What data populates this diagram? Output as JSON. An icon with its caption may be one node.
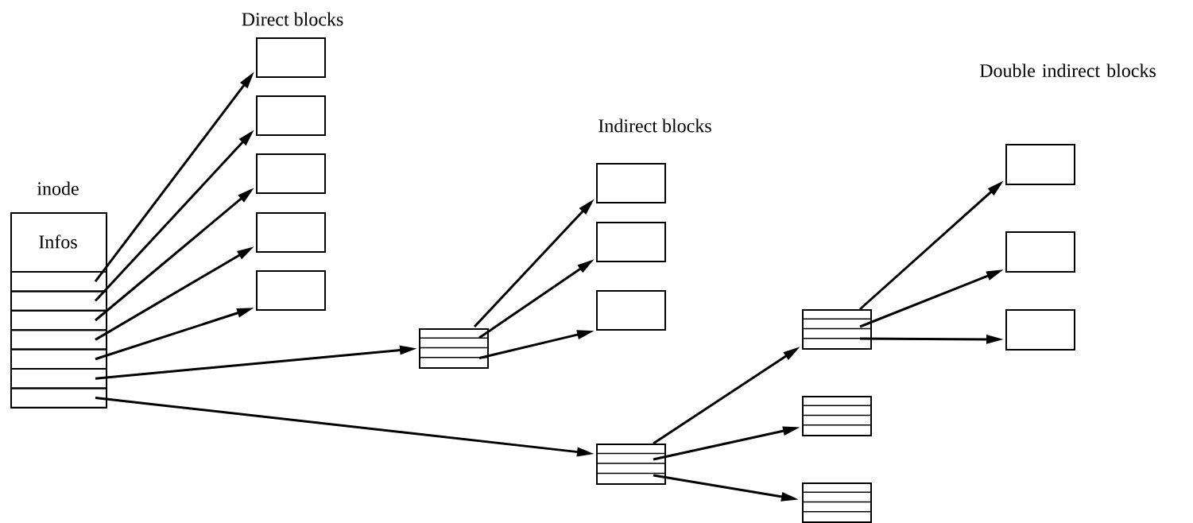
{
  "diagram": {
    "nodes": [
      {
        "text": [
          "inode",
          "Infos"
        ]
      },
      {
        "text": [],
        "shape": "box",
        "in": 0
      },
      {
        "text": [],
        "shape": "box",
        "in": 0
      },
      {
        "text": [],
        "shape": "box",
        "in": 0
      },
      {
        "text": [],
        "shape": "box",
        "in": 0
      },
      {
        "text": [],
        "shape": "box",
        "in": 0
      },
      {
        "text": [],
        "shape": "box",
        "in": 0
      },
      {
        "text": [],
        "shape": "box",
        "in": 0
      },
      {
        "text": [],
        "shape": "box"
      },
      {
        "text": [],
        "shape": "box"
      },
      {
        "text": [],
        "shape": "box"
      },
      {
        "text": [],
        "shape": "box"
      },
      {
        "text": [],
        "shape": "box"
      },
      {
        "text": [],
        "shape": "box"
      },
      {
        "text": [],
        "shape": "box"
      },
      {
        "text": [],
        "shape": "box"
      },
      {
        "text": [],
        "shape": "box"
      },
      {
        "text": [],
        "shape": "box"
      },
      {
        "text": [],
        "shape": "box"
      },
      {
        "text": [],
        "shape": "box"
      },
      {
        "text": [],
        "shape": "box"
      },
      {
        "text": [],
        "shape": "box"
      },
      {
        "text": [],
        "shape": "box"
      },
      {
        "text": [],
        "shape": "box"
      }
    ],
    "edges": [
      {
        "from": 1,
        "to": 8,
        "arrow": "to"
      },
      {
        "from": 2,
        "to": 9,
        "arrow": "to"
      },
      {
        "from": 3,
        "to": 10,
        "arrow": "to"
      },
      {
        "from": 4,
        "to": 11,
        "arrow": "to"
      },
      {
        "from": 5,
        "to": 12,
        "arrow": "to"
      },
      {
        "from": 6,
        "to": 13,
        "arrow": "to"
      },
      {
        "from": 7,
        "to": 17,
        "arrow": "to"
      },
      {
        "from": 13,
        "to": 14,
        "arrow": "to"
      },
      {
        "from": 13,
        "to": 15,
        "arrow": "to"
      },
      {
        "from": 13,
        "to": 16,
        "arrow": "to"
      },
      {
        "from": 17,
        "to": 18,
        "arrow": "to"
      },
      {
        "from": 17,
        "to": 22,
        "arrow": "to"
      },
      {
        "from": 17,
        "to": 23,
        "arrow": "to"
      },
      {
        "from": 18,
        "to": 19,
        "arrow": "to"
      },
      {
        "from": 18,
        "to": 20,
        "arrow": "to"
      },
      {
        "from": 18,
        "to": 21,
        "arrow": "to"
      }
    ],
    "labels": [
      "Direct blocks",
      "Indirect blocks",
      "Double indirect blocks"
    ]
  }
}
